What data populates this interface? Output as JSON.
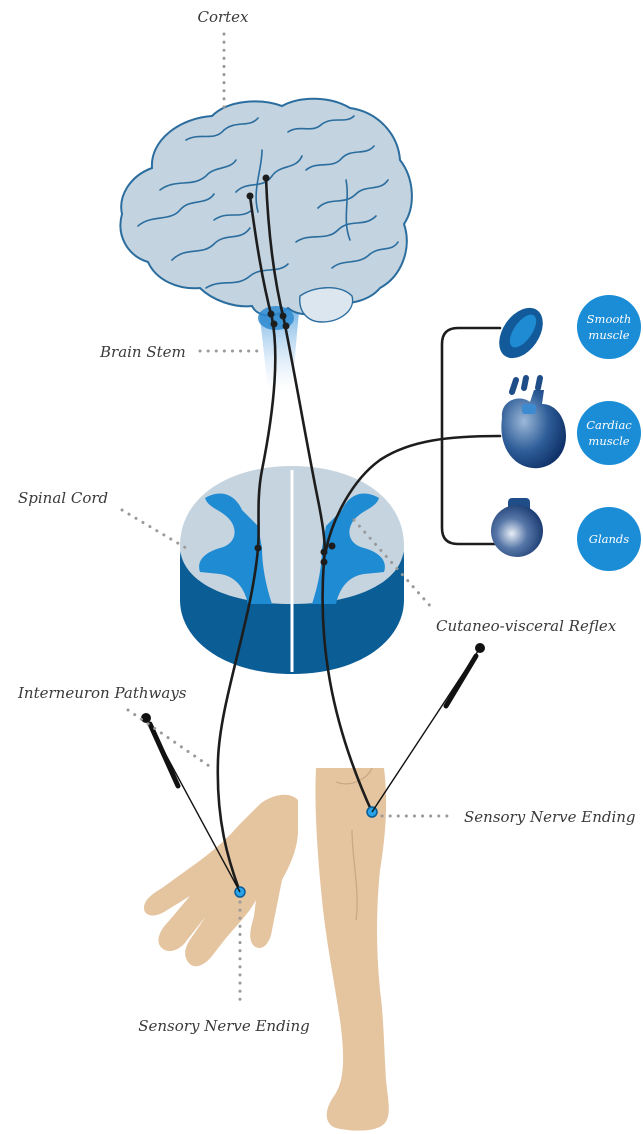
{
  "labels": {
    "cortex": "Cortex",
    "brain_stem": "Brain Stem",
    "spinal_cord": "Spinal Cord",
    "cutaneo_visceral_reflex": "Cutaneo-visceral Reflex",
    "interneuron_pathways": "Interneuron Pathways",
    "sensory_nerve_ending_leg": "Sensory Nerve Ending",
    "sensory_nerve_ending_hand": "Sensory Nerve Ending"
  },
  "targets": [
    {
      "line1": "Smooth",
      "line2": "muscle",
      "icon": "smooth-muscle-icon"
    },
    {
      "line1": "Cardiac",
      "line2": "muscle",
      "icon": "heart-icon"
    },
    {
      "line1": "Glands",
      "line2": "",
      "icon": "gland-icon"
    }
  ],
  "colors": {
    "brain_fill": "#c3d3e0",
    "brain_outline": "#2a6d9e",
    "cord_grey": "#c6d4df",
    "cord_dark": "#0b5d96",
    "cord_mid": "#1f8bd3",
    "badge": "#1b8dd6",
    "skin": "#e5c4a0",
    "nerve": "#1d1d1d"
  }
}
